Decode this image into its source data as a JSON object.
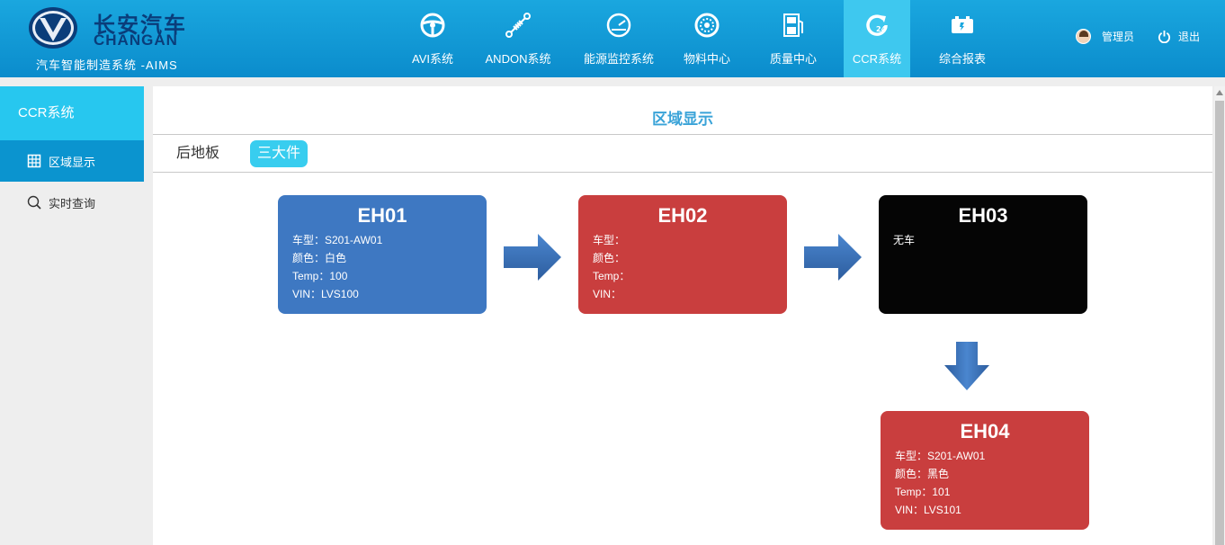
{
  "header": {
    "logo_cn": "长安汽车",
    "logo_en": "CHANGAN",
    "subtitle": "汽车智能制造系统 -AIMS",
    "nav": [
      {
        "label": "AVI系统",
        "icon": "steering-wheel-icon"
      },
      {
        "label": "ANDON系统",
        "icon": "shock-absorber-icon"
      },
      {
        "label": "能源监控系统",
        "icon": "gauge-icon"
      },
      {
        "label": "物料中心",
        "icon": "bearing-icon"
      },
      {
        "label": "质量中心",
        "icon": "iso-fuel-icon"
      },
      {
        "label": "CCR系统",
        "icon": "refresh-24-icon"
      },
      {
        "label": "综合报表",
        "icon": "battery-icon"
      }
    ],
    "active_nav": "CCR系统",
    "user": "管理员",
    "logout": "退出"
  },
  "sidebar": {
    "title": "CCR系统",
    "items": [
      {
        "label": "区域显示",
        "icon": "grid-icon"
      },
      {
        "label": "实时查询",
        "icon": "search-icon"
      }
    ]
  },
  "main": {
    "title": "区域显示",
    "tabs": [
      {
        "label": "后地板"
      },
      {
        "label": "三大件"
      }
    ],
    "active_tab": "三大件",
    "stations": {
      "eh01": {
        "name": "EH01",
        "lines": [
          "车型：S201-AW01",
          "颜色：白色",
          "Temp：100",
          "VIN：LVS100"
        ],
        "color": "#3e78c2"
      },
      "eh02": {
        "name": "EH02",
        "lines": [
          "车型：",
          "颜色：",
          "Temp：",
          "VIN："
        ],
        "color": "#c93e3e"
      },
      "eh03": {
        "name": "EH03",
        "lines": [
          "无车"
        ],
        "color": "#050505"
      },
      "eh04": {
        "name": "EH04",
        "lines": [
          "车型：S201-AW01",
          "颜色：黑色",
          "Temp：101",
          "VIN：LVS101"
        ],
        "color": "#c93e3e"
      }
    }
  },
  "colors": {
    "header": "#1aa7df",
    "accent": "#27c7ef",
    "sidebar_active": "#0b94cf",
    "title": "#3aa3d8"
  }
}
